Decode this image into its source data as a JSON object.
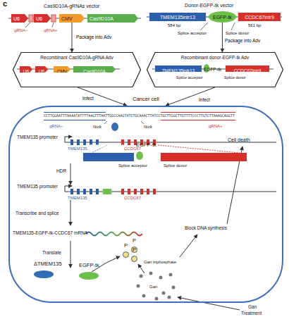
{
  "diagram": {
    "nodes": [
      {
        "text": [
          "U6"
        ]
      },
      {
        "text": [
          "U6"
        ]
      },
      {
        "text": [
          "CMV"
        ]
      },
      {
        "text": [
          "Cas9D10A"
        ]
      },
      {
        "text": [
          "TMEM135intr13"
        ]
      },
      {
        "text": [
          "EGFP-tk"
        ]
      },
      {
        "text": [
          "CCDC67intr9"
        ]
      },
      {
        "text": [
          "Recombinant Cas9D10A-gRNA Adv"
        ]
      },
      {
        "text": [
          "U6"
        ],
        "in": 7
      },
      {
        "text": [
          "U6"
        ],
        "in": 7
      },
      {
        "text": [
          "CMV"
        ],
        "in": 7
      },
      {
        "text": [
          "Cas9D10A"
        ],
        "in": 7
      },
      {
        "text": [
          "Recombinant donor-EGFP-tk Adv"
        ]
      },
      {
        "text": [
          "TMEM135intr13"
        ],
        "in": 12
      },
      {
        "text": [
          "EGFP-tk"
        ],
        "in": 12
      },
      {
        "text": [
          "CCDC67intr9"
        ],
        "in": 12
      },
      {
        "text": [
          "Cancer cell"
        ]
      },
      {
        "text": [
          "Cas9D10A"
        ],
        "in": 16
      },
      {
        "text": [
          "TMEM135intr13"
        ],
        "in": 16
      },
      {
        "text": [
          "EGFP-tk"
        ],
        "in": 16
      },
      {
        "text": [
          "CCDC67intr9"
        ],
        "in": 16
      },
      {
        "text": [
          "ΔTMEM135"
        ],
        "in": 16
      },
      {
        "text": [
          "EGFP-tk"
        ],
        "in": 16
      },
      {
        "text": [
          "P"
        ],
        "in": 16
      },
      {
        "text": [
          "P"
        ],
        "in": 16
      },
      {
        "text": [
          "P"
        ],
        "in": 16
      }
    ],
    "edges": [
      {
        "from": 2,
        "to": 7,
        "arrow": "to",
        "label": "Package into Adv"
      },
      {
        "from": 5,
        "to": 12,
        "arrow": "to",
        "label": "Package into Adv"
      },
      {
        "from": 7,
        "to": 16,
        "arrow": "to",
        "label": "Infect"
      },
      {
        "from": 12,
        "to": 16,
        "arrow": "to",
        "label": "Infect"
      }
    ],
    "labels": [
      "c",
      "Cas9D10A-gRNAs vector",
      "gRNA−",
      "gRNA+",
      "Donor-EGFP-tk vector",
      "584 bp",
      "561 bp",
      "Splice acceptor",
      "Splice donor",
      "Splice acceptor",
      "Splice donor",
      "CCTTGGAATTTAAAATATTTTAAGTTTAATTGGCCAAGTATCTGCAAACTTATCCTGCTTGGCTTGTTTTCCCTTGTCTTAAAGCAGGTT",
      "gRNA−",
      "Nick",
      "Nick",
      "gRNA+",
      "TMEM135 promoter",
      "TMEM135",
      "CCDC67",
      "Splice acceptor",
      "Splice donor",
      "HDR",
      "TMEM135 promoter",
      "TMEM135",
      "CCDC67",
      "Transcribe and splice",
      "TMEM135-EGFP-tk-CCDC67 mRNA",
      "Translate",
      "Gan triphosphate",
      "Gan",
      "Block DNA synthesis",
      "Cell death",
      "Gan",
      "Treatment"
    ]
  }
}
